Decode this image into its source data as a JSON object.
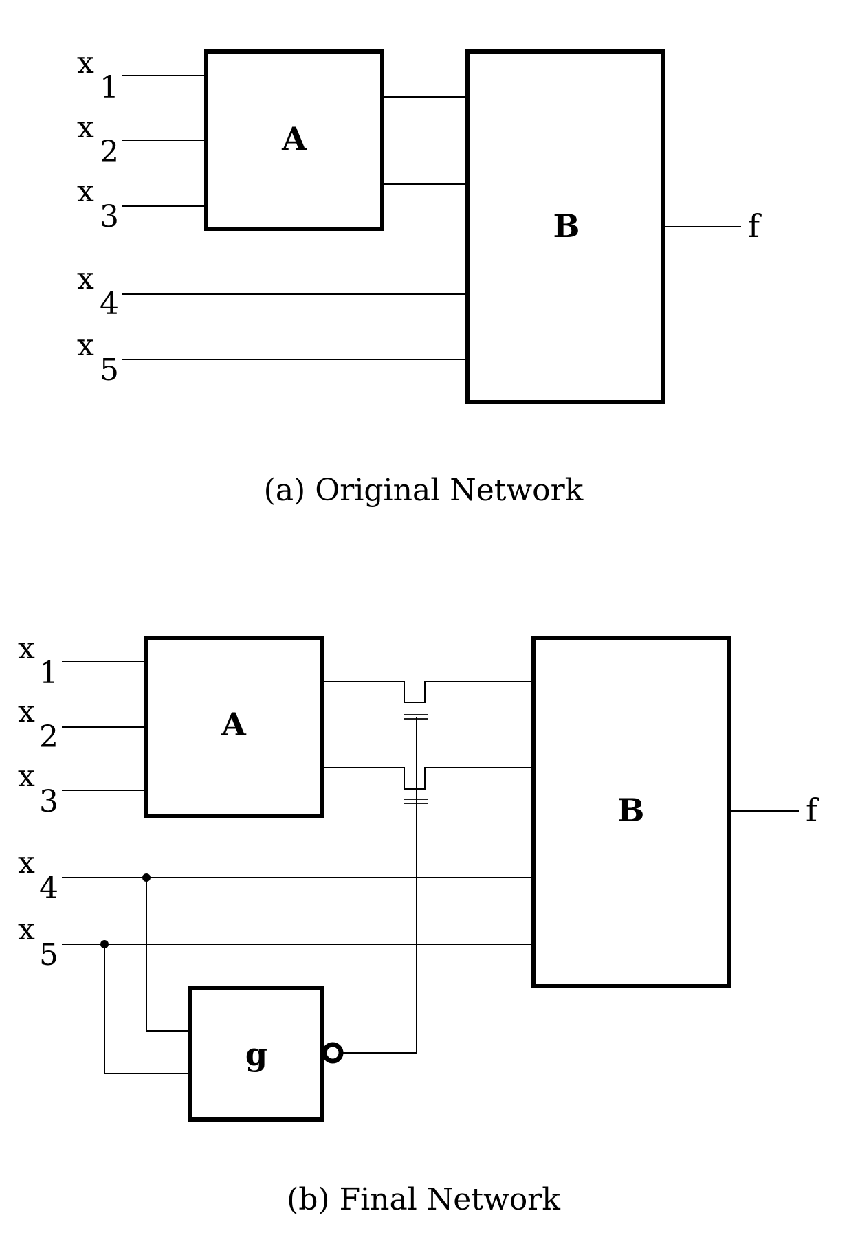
{
  "figure_a": {
    "caption": "(a) Original Network",
    "inputs": [
      {
        "var": "x",
        "sub": "1"
      },
      {
        "var": "x",
        "sub": "2"
      },
      {
        "var": "x",
        "sub": "3"
      },
      {
        "var": "x",
        "sub": "4"
      },
      {
        "var": "x",
        "sub": "5"
      }
    ],
    "block_a": "A",
    "block_b": "B",
    "output": "f"
  },
  "figure_b": {
    "caption": "(b) Final Network",
    "inputs": [
      {
        "var": "x",
        "sub": "1"
      },
      {
        "var": "x",
        "sub": "2"
      },
      {
        "var": "x",
        "sub": "3"
      },
      {
        "var": "x",
        "sub": "4"
      },
      {
        "var": "x",
        "sub": "5"
      }
    ],
    "block_a": "A",
    "block_b": "B",
    "block_g": "g",
    "output": "f"
  }
}
